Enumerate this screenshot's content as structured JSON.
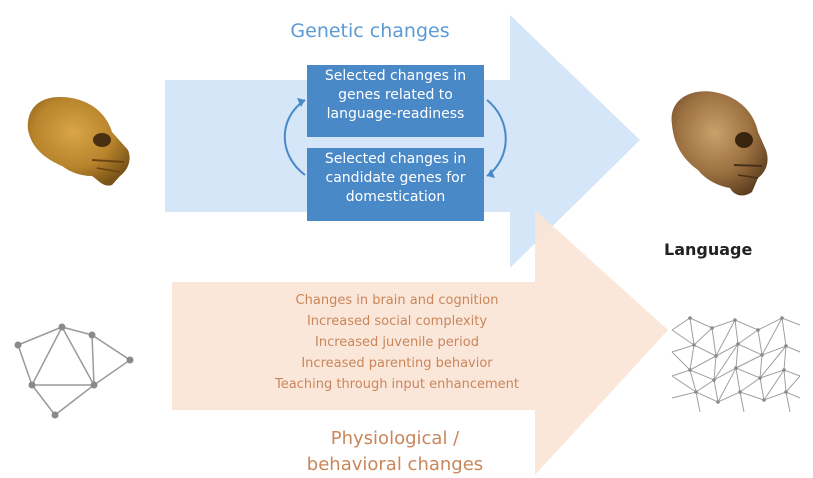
{
  "genetic": {
    "title": "Genetic changes",
    "box_1": [
      "Selected changes in",
      "genes related to",
      "language-readiness"
    ],
    "box_2": [
      "Selected changes in",
      "candidate genes for",
      "domestication"
    ]
  },
  "language_label": "Language",
  "behavior_items": [
    "Changes in brain and cognition",
    "Increased social complexity",
    "Increased juvenile period",
    "Increased parenting behavior",
    "Teaching through input enhancement"
  ],
  "physio_title": [
    "Physiological /",
    "behavioral changes"
  ],
  "colors": {
    "blue_arrow": "#d4e6f7",
    "orange_arrow": "#fbe4d6",
    "gene_box": "#4a89c8",
    "title_blue": "#5b9bd5",
    "text_orange": "#c9865a",
    "skull": "#b8842c"
  },
  "icons": {
    "left_skull": "neanderthal-skull-icon",
    "right_skull": "human-skull-icon",
    "left_network": "sparse-network-icon",
    "right_network": "dense-network-icon",
    "cycle_arrows": "cycle-arrows-icon"
  }
}
